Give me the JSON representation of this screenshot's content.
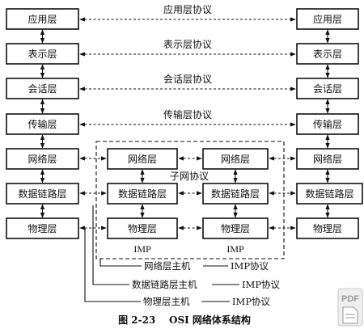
{
  "host_layers": [
    "应用层",
    "表示层",
    "会话层",
    "传输层",
    "网络层",
    "数据链路层",
    "物理层"
  ],
  "peer_protocols": [
    "应用层协议",
    "表示层协议",
    "会话层协议",
    "传输层协议"
  ],
  "subnet": {
    "layers": [
      "网络层",
      "数据链路层",
      "物理层"
    ],
    "protocol_label": "子网协议",
    "node_label": "IMP"
  },
  "legend": [
    {
      "text": "网络层主机",
      "protocol": "IMP协议"
    },
    {
      "text": "数据链路层主机",
      "protocol": "IMP协议"
    },
    {
      "text": "物理层主机",
      "protocol": "IMP协议"
    }
  ],
  "caption": "图 2-23    OSI 网络体系结构",
  "watermark": "PDF"
}
